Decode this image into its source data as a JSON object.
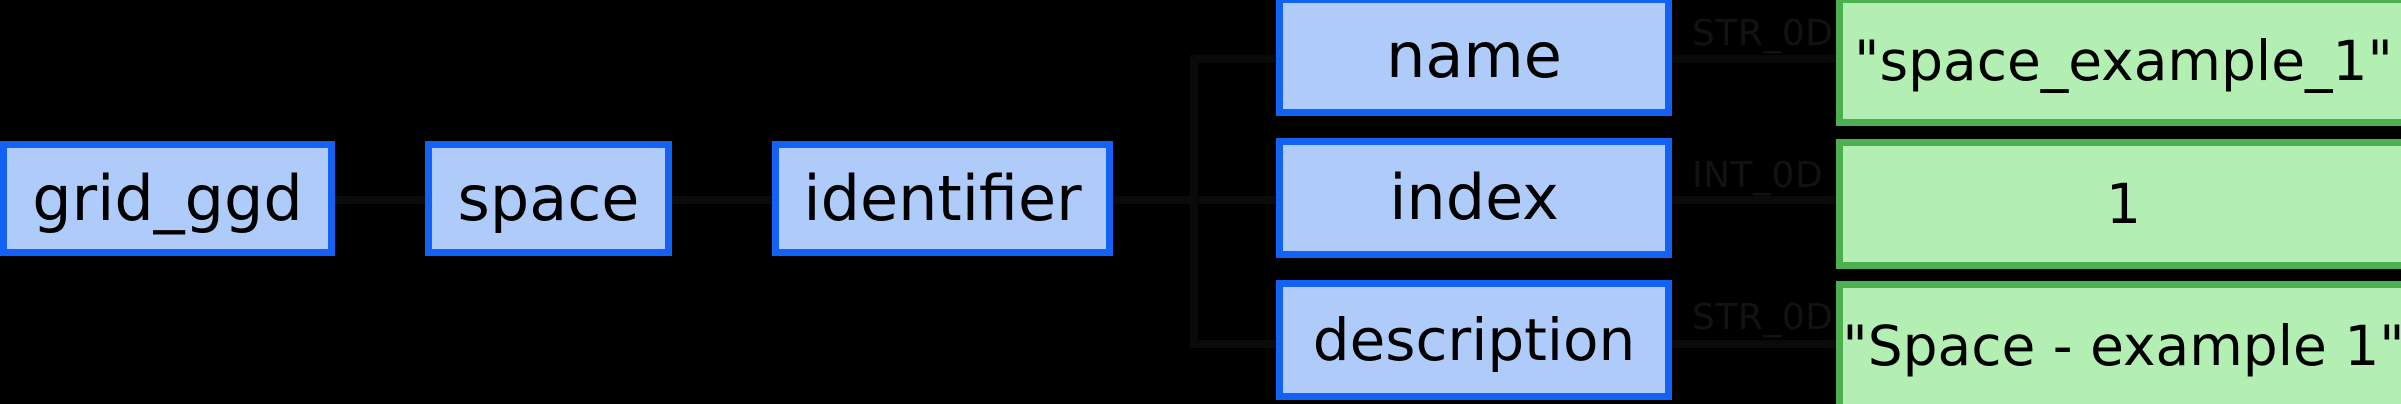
{
  "diagram": {
    "background_color": "#000000",
    "node_fill_blue": "#aecbfa",
    "node_border_blue": "#1462f5",
    "node_fill_green": "#b3efb3",
    "node_border_green": "#4caf50",
    "type_label_color": "#121212"
  },
  "nodes": {
    "grid_ggd": "grid_ggd",
    "space": "space",
    "identifier": "identifier",
    "name": "name",
    "index": "index",
    "description": "description"
  },
  "types": {
    "name": "STR_0D",
    "index": "INT_0D",
    "description": "STR_0D"
  },
  "values": {
    "name": "\"space_example_1\"",
    "index": "1",
    "description": "\"Space - example 1\""
  }
}
